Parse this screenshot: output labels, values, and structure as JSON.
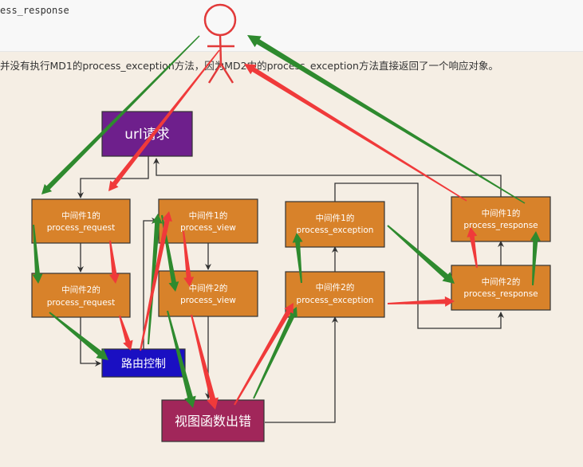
{
  "code_snippet": "ess_response",
  "description": "并没有执行MD1的process_exception方法，因为MD2中的process_exception方法直接返回了一个响应对象。",
  "nodes": {
    "url": {
      "label": "url请求",
      "color": "#6e1f8c"
    },
    "m1_req": {
      "line1": "中间件1的",
      "line2": "process_request",
      "color": "#d8822a"
    },
    "m2_req": {
      "line1": "中间件2的",
      "line2": "process_request",
      "color": "#d8822a"
    },
    "m1_view": {
      "line1": "中间件1的",
      "line2": "process_view",
      "color": "#d8822a"
    },
    "m2_view": {
      "line1": "中间件2的",
      "line2": "process_view",
      "color": "#d8822a"
    },
    "m1_exc": {
      "line1": "中间件1的",
      "line2": "process_exception",
      "color": "#d8822a"
    },
    "m2_exc": {
      "line1": "中间件2的",
      "line2": "process_exception",
      "color": "#d8822a"
    },
    "m1_resp": {
      "line1": "中间件1的",
      "line2": "process_response",
      "color": "#d8822a"
    },
    "m2_resp": {
      "line1": "中间件2的",
      "line2": "process_response",
      "color": "#d8822a"
    },
    "routing": {
      "label": "路由控制",
      "color": "#1a0fc2"
    },
    "view_error": {
      "label": "视图函数出错",
      "color": "#a1265a"
    }
  },
  "colors": {
    "background": "#f5eee4",
    "connector": "#333333",
    "green_arrow": "#2e8a2e",
    "red_arrow": "#f03a3a",
    "stick_figure": "#e23a3a"
  },
  "icons": {
    "user": "stick-figure-icon"
  }
}
